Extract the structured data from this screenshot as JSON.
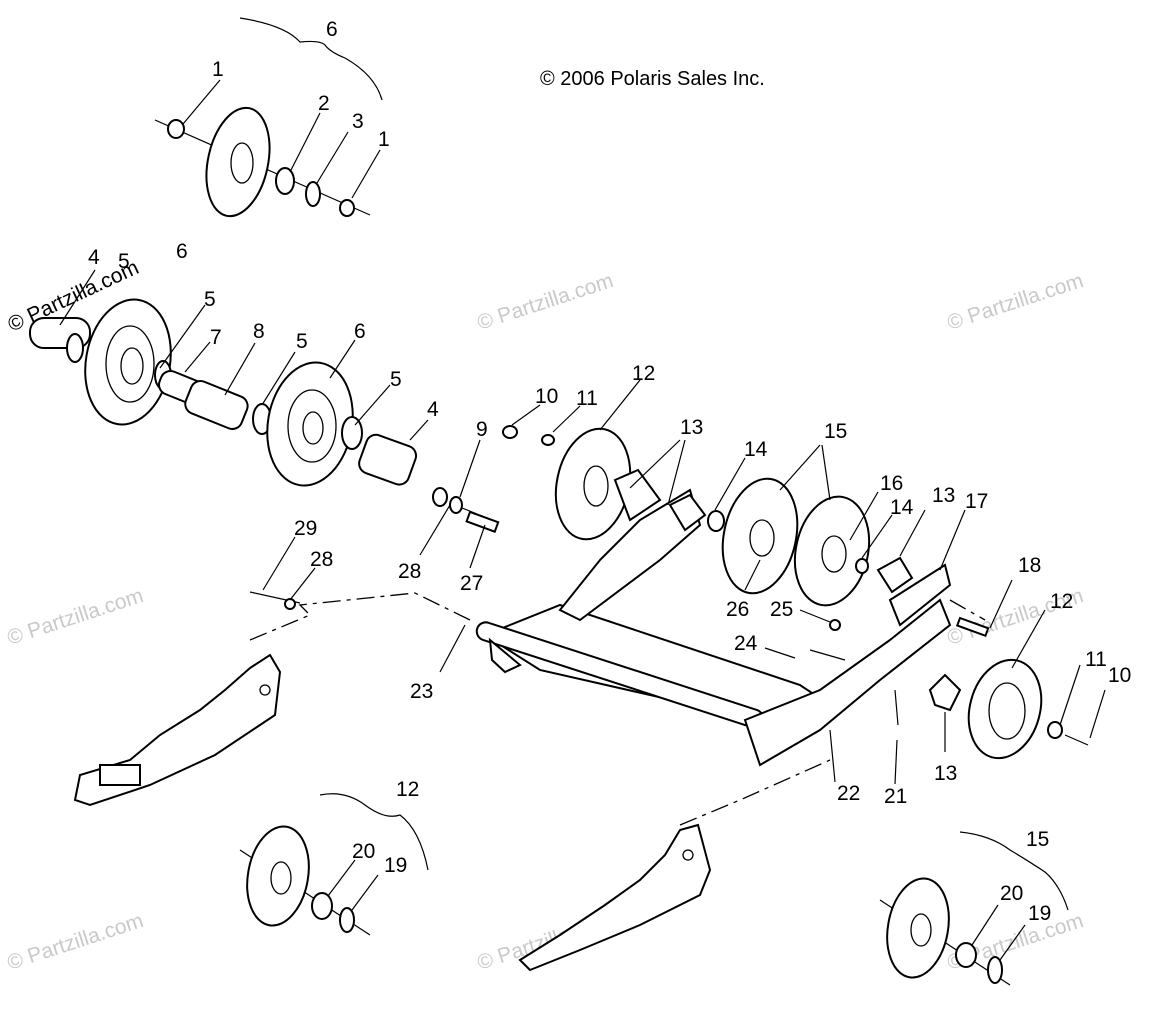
{
  "copyright": "© 2006 Polaris Sales Inc.",
  "watermark": "© Partzilla.com",
  "callouts": {
    "c1a": "1",
    "c1b": "1",
    "c2": "2",
    "c3": "3",
    "c6top": "6",
    "c4a": "4",
    "c5a": "5",
    "c6a": "6",
    "c5b": "5",
    "c7": "7",
    "c8": "8",
    "c5c": "5",
    "c6b": "6",
    "c5d": "5",
    "c4b": "4",
    "c9": "9",
    "c28a": "28",
    "c27": "27",
    "c29": "29",
    "c28b": "28",
    "c10a": "10",
    "c11a": "11",
    "c12a": "12",
    "c13a": "13",
    "c14a": "14",
    "c15a": "15",
    "c16": "16",
    "c14b": "14",
    "c13b": "13",
    "c17": "17",
    "c18": "18",
    "c12b": "12",
    "c11b": "11",
    "c10b": "10",
    "c26": "26",
    "c25": "25",
    "c24": "24",
    "c23": "23",
    "c13c": "13",
    "c22": "22",
    "c21": "21",
    "c12c": "12",
    "c20a": "20",
    "c19a": "19",
    "c15b": "15",
    "c20b": "20",
    "c19b": "19"
  }
}
